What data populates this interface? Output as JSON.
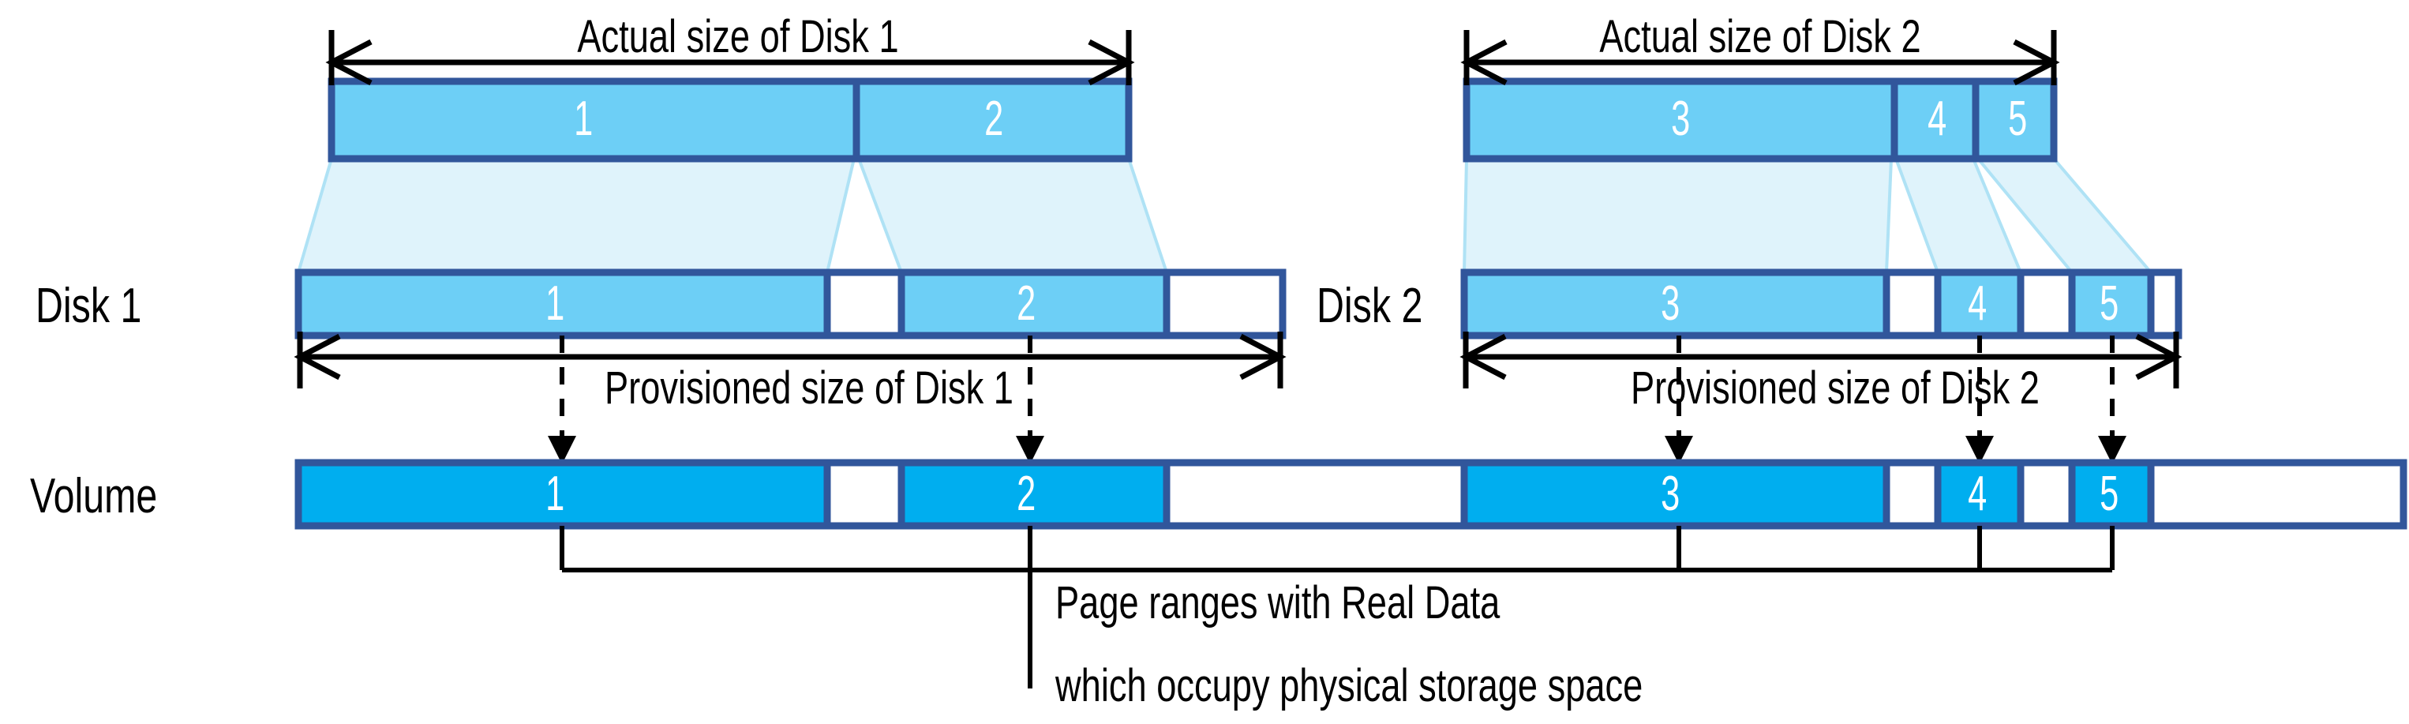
{
  "diagram": {
    "title_disk1_actual": "Actual size of Disk 1",
    "title_disk2_actual": "Actual size of Disk 2",
    "title_disk1_provisioned": "Provisioned size of Disk 1",
    "title_disk2_provisioned": "Provisioned size of Disk 2",
    "row_label_disk1": "Disk 1",
    "row_label_disk2": "Disk 2",
    "row_label_volume": "Volume",
    "callout_line1": "Page ranges with Real Data",
    "callout_line2": "which occupy physical storage space"
  },
  "segments": {
    "actual_disk1": [
      {
        "id": "1",
        "label": "1"
      },
      {
        "id": "2",
        "label": "2"
      }
    ],
    "actual_disk2": [
      {
        "id": "3",
        "label": "3"
      },
      {
        "id": "4",
        "label": "4"
      },
      {
        "id": "5",
        "label": "5"
      }
    ],
    "provisioned_disk1": [
      {
        "id": "1",
        "label": "1",
        "filled": true
      },
      {
        "id": "gap1",
        "label": "",
        "filled": false
      },
      {
        "id": "2",
        "label": "2",
        "filled": true
      },
      {
        "id": "gap2",
        "label": "",
        "filled": false
      }
    ],
    "provisioned_disk2": [
      {
        "id": "3",
        "label": "3",
        "filled": true
      },
      {
        "id": "gap3",
        "label": "",
        "filled": false
      },
      {
        "id": "4",
        "label": "4",
        "filled": true
      },
      {
        "id": "gap4",
        "label": "",
        "filled": false
      },
      {
        "id": "5",
        "label": "5",
        "filled": true
      },
      {
        "id": "gap5",
        "label": "",
        "filled": false
      }
    ],
    "volume": [
      {
        "id": "1",
        "label": "1",
        "filled": true
      },
      {
        "id": "v-gap1",
        "label": "",
        "filled": false
      },
      {
        "id": "2",
        "label": "2",
        "filled": true
      },
      {
        "id": "v-gap2",
        "label": "",
        "filled": false
      },
      {
        "id": "3",
        "label": "3",
        "filled": true
      },
      {
        "id": "v-gap3",
        "label": "",
        "filled": false
      },
      {
        "id": "4",
        "label": "4",
        "filled": true
      },
      {
        "id": "v-gap4",
        "label": "",
        "filled": false
      },
      {
        "id": "5",
        "label": "5",
        "filled": true
      },
      {
        "id": "v-gap5",
        "label": "",
        "filled": false
      }
    ]
  },
  "colors": {
    "disk_fill": "#6DCFF6",
    "volume_fill": "#00AEEF",
    "border": "#31569B",
    "funnel_fill": "#DFF3FB",
    "funnel_stroke": "#AFE2F5",
    "text": "#000000",
    "white": "#FFFFFF"
  }
}
